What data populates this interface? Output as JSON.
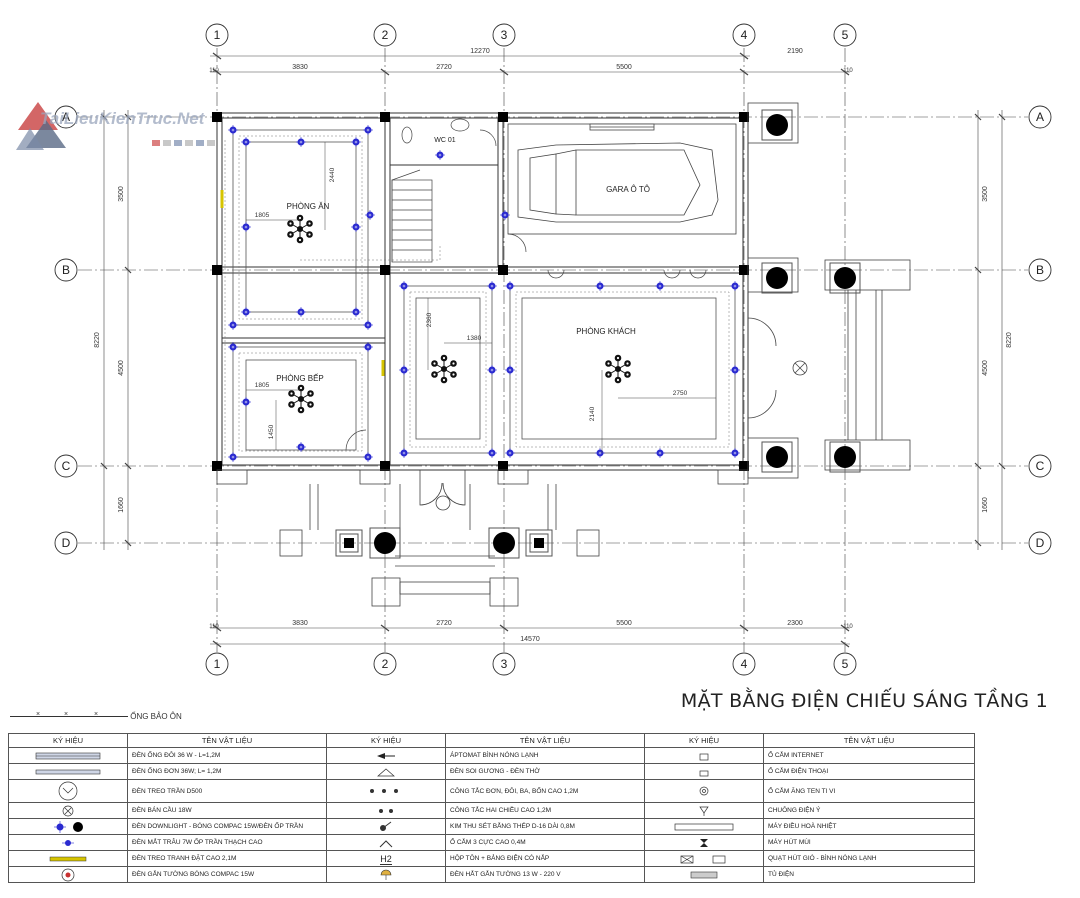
{
  "grid": {
    "cols": [
      "1",
      "2",
      "3",
      "4",
      "5"
    ],
    "rows": [
      "A",
      "B",
      "C",
      "D"
    ]
  },
  "dims": {
    "top_total": "12270",
    "top": [
      "3830",
      "2720",
      "5500",
      "2190"
    ],
    "bottom": [
      "3830",
      "2720",
      "5500",
      "2300"
    ],
    "bottom_total": "14570",
    "left_total": "8220",
    "left": [
      "3500",
      "4500",
      "1660"
    ],
    "right_total": "8220",
    "right": [
      "3500",
      "4500",
      "1660"
    ],
    "small_left": [
      "110",
      "110"
    ],
    "small_bottom": [
      "110",
      "110"
    ]
  },
  "rooms": {
    "wc": "WC 01",
    "garage": "GARA Ô TÔ",
    "dining": "PHÒNG ĂN",
    "kitchen": "PHÒNG BẾP",
    "living": "PHÒNG KHÁCH"
  },
  "inner_dims": {
    "d2440": "2440",
    "d1805a": "1805",
    "d1805b": "1805",
    "d1450": "1450",
    "d2360": "2360",
    "d1380": "1380",
    "d2750": "2750",
    "d2140": "2140"
  },
  "watermark": "TaiLieuKienTruc.Net",
  "title": "MẶT BẰNG ĐIỆN CHIẾU SÁNG TẦNG 1",
  "pipe_label": "ỐNG BẢO ÔN",
  "legend": {
    "headers": [
      "KÝ HIỆU",
      "TÊN VẬT LIỆU",
      "KÝ HIỆU",
      "TÊN VẬT LIỆU",
      "KÝ HIỆU",
      "TÊN VẬT LIỆU"
    ],
    "col1": [
      "ĐÈN ỐNG ĐÔI 36 W - L=1,2M",
      "ĐÈN ỐNG ĐƠN 36W; L= 1,2M",
      "ĐÈN TREO TRẦN D500",
      "ĐÈN BÁN CẦU 18W",
      "ĐÈN DOWNLIGHT - BÓNG COMPAC 15W/ĐÈN ỐP TRẦN",
      "ĐÈN MẮT TRÂU 7W ỐP TRẦN THẠCH CAO",
      "ĐÈN TREO TRANH ĐẶT CAO 2,1M",
      "ĐÈN GẮN TƯỜNG BÓNG COMPAC 15W"
    ],
    "col2": [
      "ÁPTOMAT BÌNH NÓNG LẠNH",
      "ĐÈN SOI GƯƠNG - ĐÈN THỜ",
      "CÔNG TẮC ĐƠN, ĐÔI, BA, BỐN CAO 1,2M",
      "CÔNG TẮC HAI CHIỀU CAO 1,2M",
      "KIM THU SÉT BẰNG THÉP D-16 DÀI 0,8M",
      "Ổ CẮM 3 CỰC  CAO 0,4M",
      "HỘP TÔN + BẢNG ĐIỆN CÓ NẮP",
      "ĐÈN HẮT GẮN TƯỜNG 13 W - 220 V"
    ],
    "col3": [
      "Ổ CẮM INTERNET",
      "Ổ CẮM ĐIỆN THOẠI",
      "Ổ CẮM ĂNG TEN TI VI",
      "CHUÔNG ĐIỆN Ý",
      "MÁY ĐIỀU HOÀ NHIỆT",
      "MÁY HÚT MÙI",
      "QUẠT HÚT GIÓ - BÌNH NÓNG LẠNH",
      "TỦ ĐIỆN"
    ],
    "h2": "H2"
  }
}
